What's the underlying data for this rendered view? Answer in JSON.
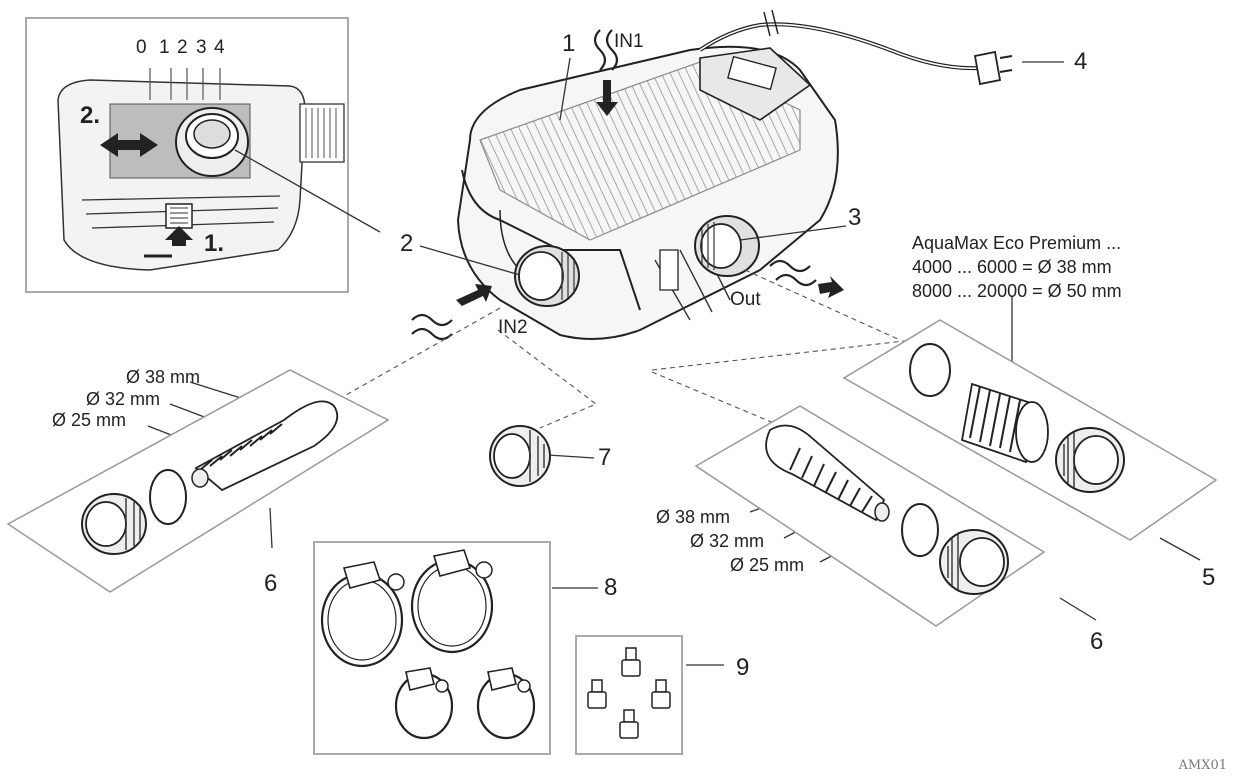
{
  "inset": {
    "scale": [
      "0",
      "1",
      "2",
      "3",
      "4"
    ],
    "step2": "2.",
    "step1": "1."
  },
  "pump": {
    "in1": "IN1",
    "in2": "IN2",
    "out": "Out"
  },
  "callouts": {
    "c1": "1",
    "c2": "2",
    "c3": "3",
    "c4": "4",
    "c5": "5",
    "c6a": "6",
    "c6b": "6",
    "c7": "7",
    "c8": "8",
    "c9": "9"
  },
  "spec": {
    "line1": "AquaMax Eco Premium ...",
    "line2": "4000 ... 6000 = Ø 38 mm",
    "line3": "8000 ... 20000 = Ø 50 mm"
  },
  "left_adapter": {
    "d38": "Ø 38 mm",
    "d32": "Ø 32 mm",
    "d25": "Ø 25 mm"
  },
  "right_adapter": {
    "d38": "Ø 38 mm",
    "d32": "Ø 32 mm",
    "d25": "Ø 25 mm"
  },
  "footer": "AMX01"
}
